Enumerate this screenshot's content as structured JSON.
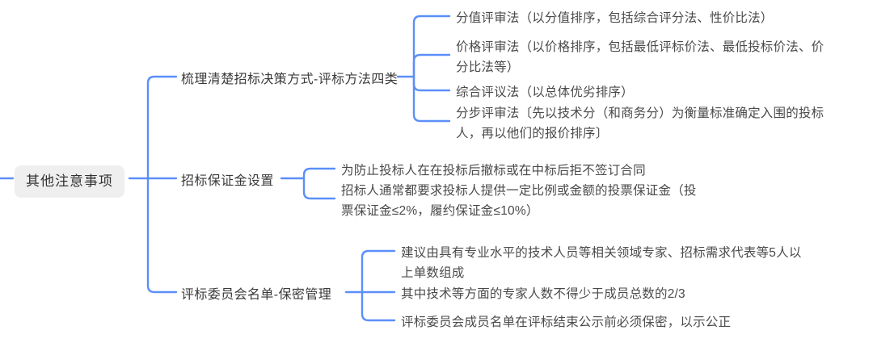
{
  "theme": {
    "background": "#ffffff",
    "connector_color": "#5b8ff9",
    "root_fill": "#efefef",
    "root_text_color": "#333333",
    "branch_text_color": "#3a3a3a",
    "leaf_text_color": "#4a4a4a"
  },
  "mindmap": {
    "root": {
      "label": "其他注意事项"
    },
    "branches": [
      {
        "label": "梳理清楚招标决策方式-评标方法四类",
        "leaves": [
          {
            "label": "分值评审法（以分值排序，包括综合评分法、性价比法）"
          },
          {
            "label": "价格评审法（以价格排序，包括最低评标价法、最低投标价法、价分比法等）"
          },
          {
            "label": "综合评议法（以总体优劣排序）"
          },
          {
            "label": "分步评审法〔先以技术分（和商务分）为衡量标准确定入围的投标人，再以他们的报价排序〕"
          }
        ]
      },
      {
        "label": "招标保证金设置",
        "leaves": [
          {
            "label": "为防止投标人在在投标后撤标或在中标后拒不签订合同"
          },
          {
            "label": "招标人通常都要求投标人提供一定比例或金额的投票保证金（投票保证金≤2%，履约保证金≤10%）"
          }
        ]
      },
      {
        "label": "评标委员会名单-保密管理",
        "leaves": [
          {
            "label": "建议由具有专业水平的技术人员等相关领域专家、招标需求代表等5人以上单数组成"
          },
          {
            "label": "其中技术等方面的专家人数不得少于成员总数的2/3"
          },
          {
            "label": "评标委员会成员名单在评标结束公示前必须保密，以示公正"
          }
        ]
      }
    ]
  }
}
